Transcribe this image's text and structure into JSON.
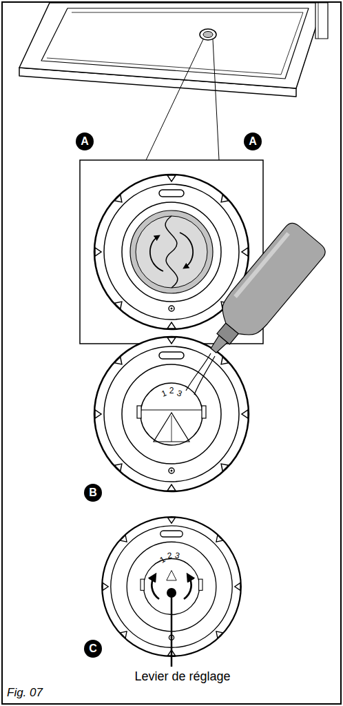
{
  "diagram": {
    "caption": "Fig. 07",
    "nodes": [
      {
        "text": [
          "A"
        ]
      },
      {
        "text": [
          "A"
        ]
      },
      {
        "text": [
          "B"
        ]
      },
      {
        "text": [
          "C"
        ]
      }
    ],
    "labels": [
      "1",
      "2",
      "3",
      "1",
      "2",
      "3",
      "Levier de réglage"
    ]
  }
}
